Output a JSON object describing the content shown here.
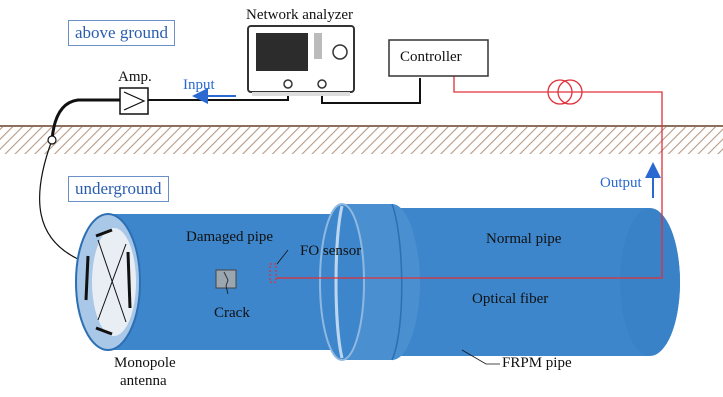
{
  "zones": {
    "above": "above ground",
    "below": "underground"
  },
  "devices": {
    "network_analyzer": "Network analyzer",
    "controller": "Controller",
    "amplifier": "Amp."
  },
  "signals": {
    "input": "Input",
    "output": "Output"
  },
  "pipe": {
    "damaged": "Damaged pipe",
    "normal": "Normal pipe",
    "crack": "Crack",
    "fo_sensor": "FO sensor",
    "optical_fiber": "Optical fiber",
    "frpm": "FRPM pipe",
    "antenna_line1": "Monopole",
    "antenna_line2": "antenna"
  },
  "colors": {
    "pipe_fill": "#3d86cc",
    "pipe_dark": "#2c6fb3",
    "ground": "#b89a86",
    "fiber": "#e0303a",
    "arrow": "#2a6ad0"
  }
}
